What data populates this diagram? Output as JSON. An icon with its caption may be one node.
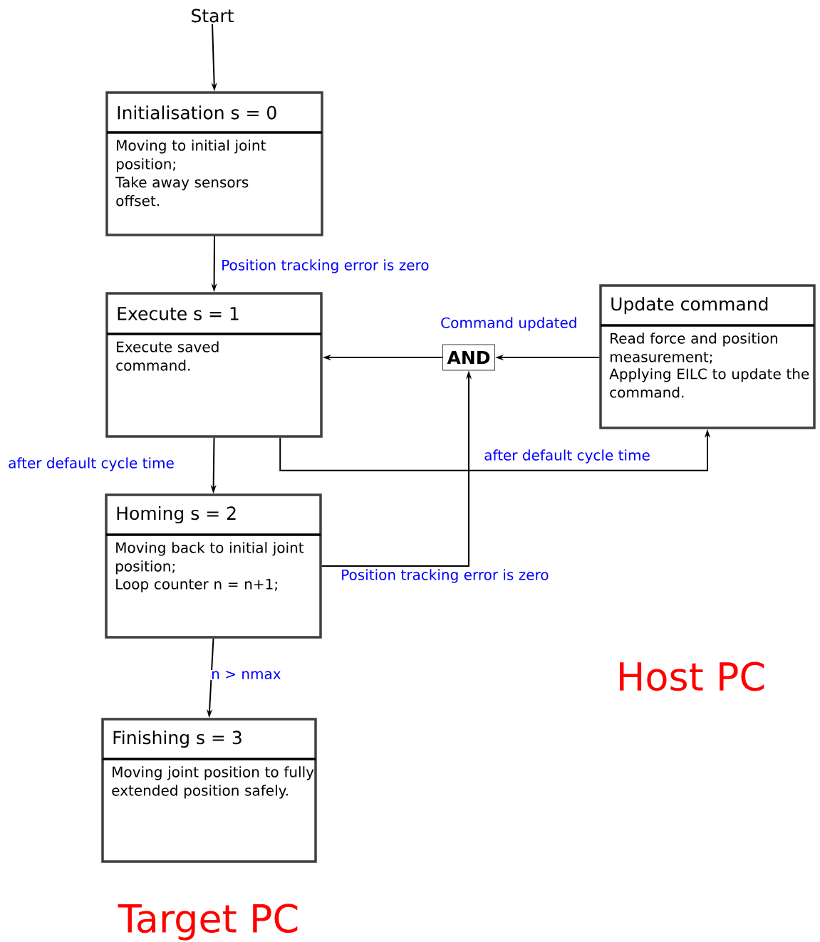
{
  "diagram": {
    "nodes": [
      {
        "text": [
          "Start"
        ]
      },
      {
        "text": [
          "Initialisation s = 0",
          "Moving to initial joint position;",
          "Take away sensors offset."
        ]
      },
      {
        "text": [
          "Execute s = 1",
          "Execute saved command."
        ]
      },
      {
        "text": [
          "Update command",
          "Read force and position measurement;",
          "Applying EILC to update the command."
        ]
      },
      {
        "text": [
          "AND"
        ]
      },
      {
        "text": [
          "Homing s = 2",
          "Moving back to initial joint position;",
          "Loop counter n = n+1;"
        ]
      },
      {
        "text": [
          "Finishing s = 3",
          "Moving joint position to fully extended position safely."
        ]
      }
    ],
    "edges": [
      {
        "from": 0,
        "to": 1,
        "arrow": "to"
      },
      {
        "from": 1,
        "to": 2,
        "arrow": "to",
        "label": "Position tracking error is zero"
      },
      {
        "from": 3,
        "to": 4,
        "arrow": "to",
        "label": "Command updated"
      },
      {
        "from": 4,
        "to": 2,
        "arrow": "to"
      },
      {
        "from": 2,
        "to": 3,
        "arrow": "to",
        "label": "after default cycle time"
      },
      {
        "from": 2,
        "to": 5,
        "arrow": "to",
        "label": "after default cycle time"
      },
      {
        "from": 5,
        "to": 4,
        "arrow": "to",
        "label": "Position tracking error is zero"
      },
      {
        "from": 5,
        "to": 6,
        "arrow": "to",
        "label": "n > nmax"
      }
    ],
    "labels": [
      "Host PC",
      "Target PC"
    ]
  }
}
